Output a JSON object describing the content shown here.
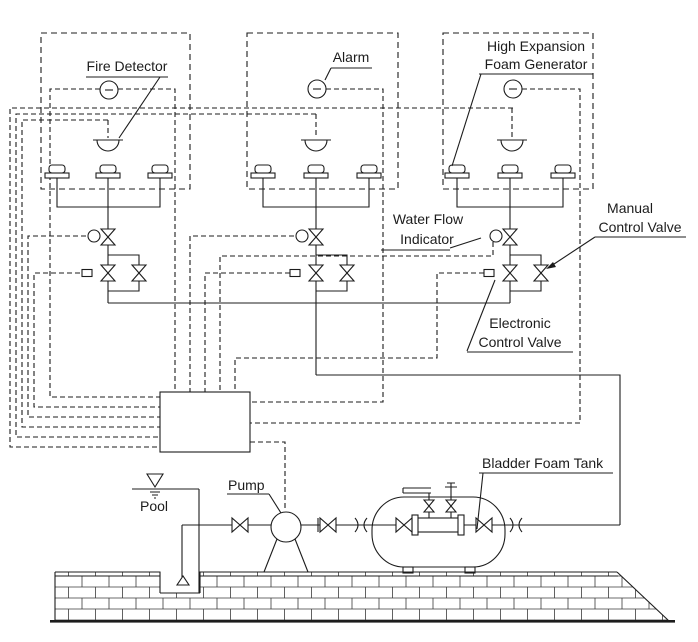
{
  "diagram": {
    "type": "fire-foam-suppression-system-schematic",
    "colors": {
      "line": "#1c1c1c",
      "background": "#ffffff"
    },
    "labels": {
      "fire_detector": "Fire Detector",
      "alarm": "Alarm",
      "foam_generator": {
        "line1": "High Expansion",
        "line2": "Foam Generator"
      },
      "water_flow_indicator": {
        "line1": "Water Flow",
        "line2": "Indicator"
      },
      "manual_control_valve": {
        "line1": "Manual",
        "line2": "Control Valve"
      },
      "electronic_control_valve": {
        "line1": "Electronic",
        "line2": "Control Valve"
      },
      "bladder_foam_tank": "Bladder Foam Tank",
      "pool": "Pool",
      "pump": "Pump"
    }
  }
}
